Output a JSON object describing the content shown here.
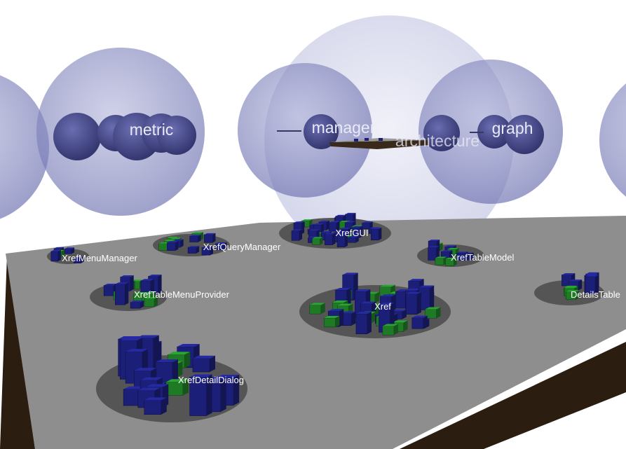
{
  "packages": [
    {
      "id": "metric",
      "label": "metric"
    },
    {
      "id": "manager",
      "label": "manager"
    },
    {
      "id": "architecture",
      "label": "architecture"
    },
    {
      "id": "graph",
      "label": "graph"
    }
  ],
  "classes": [
    {
      "id": "xref-gui",
      "label": "XrefGUI"
    },
    {
      "id": "xref-menu-manager",
      "label": "XrefMenuManager"
    },
    {
      "id": "xref-query-manager",
      "label": "XrefQueryManager"
    },
    {
      "id": "xref-table-model",
      "label": "XrefTableModel"
    },
    {
      "id": "xref-table-menu-provider",
      "label": "XrefTableMenuProvider"
    },
    {
      "id": "xref",
      "label": "Xref"
    },
    {
      "id": "details-table",
      "label": "DetailsTable"
    },
    {
      "id": "xref-detail-dialog",
      "label": "XrefDetailDialog"
    }
  ],
  "colors": {
    "sphere": "#8c8fc4",
    "sphere_large": "#c9cbe6",
    "platform_top": "#8e8e8e",
    "platform_side": "#2a1d12",
    "ellipse": "#555555",
    "box_blue": "#1c1f78",
    "box_green": "#1f7a26",
    "label": "#ffffff"
  }
}
